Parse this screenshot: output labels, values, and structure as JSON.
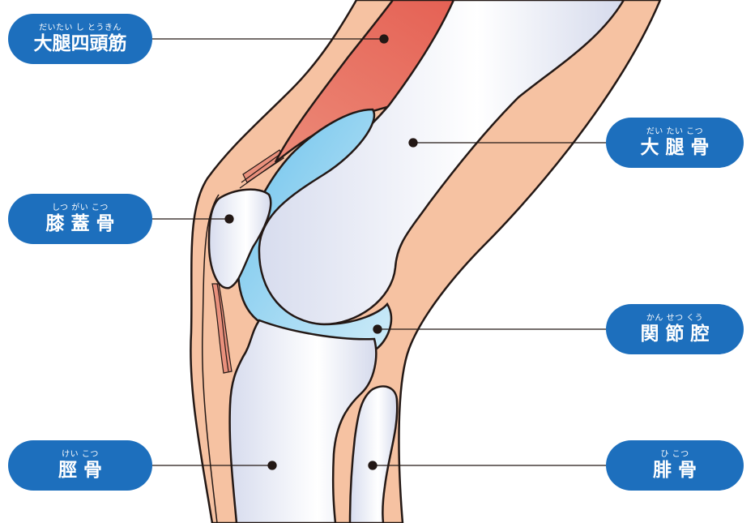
{
  "labels": {
    "quadriceps": {
      "ruby": "だいたい し とうきん",
      "text": "大腿四頭筋"
    },
    "femur": {
      "ruby": "だい たい こつ",
      "text": "大 腿 骨"
    },
    "patella": {
      "ruby": "しつ がい こつ",
      "text": "膝 蓋 骨"
    },
    "joint_cavity": {
      "ruby": "かん せつ くう",
      "text": "関 節 腔"
    },
    "tibia": {
      "ruby": "けい こつ",
      "text": "脛 骨"
    },
    "fibula": {
      "ruby": "ひ こつ",
      "text": "腓 骨"
    }
  },
  "colors": {
    "label_bg": "#1d6fbd",
    "skin": "#f6c2a2",
    "muscle": "#e8685a",
    "bone": "#e9ecf6",
    "joint_fluid": "#8fd0f0",
    "outline": "#231815"
  }
}
